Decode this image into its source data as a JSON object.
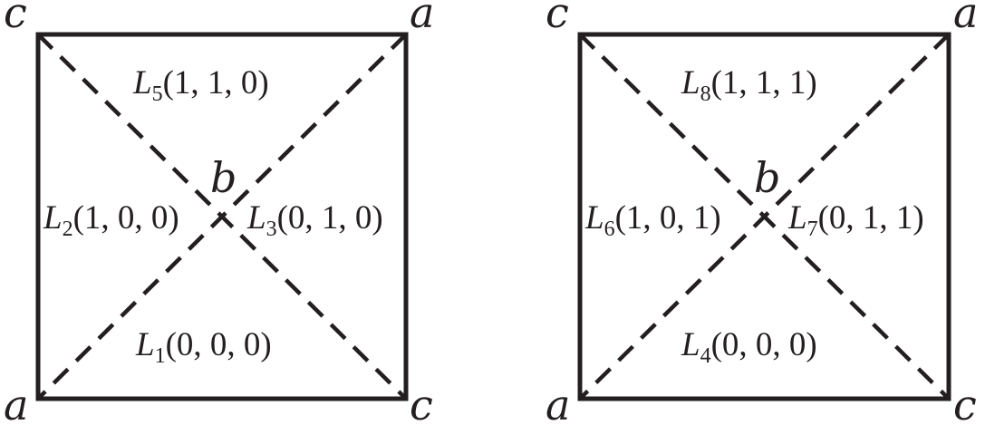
{
  "colors": {
    "ink": "#231f20",
    "background": "#ffffff"
  },
  "panels": [
    {
      "vertices": {
        "top_left": "c",
        "top_right": "a",
        "bottom_left": "a",
        "bottom_right": "c",
        "center": "b"
      },
      "regions": {
        "top": {
          "symbol": "L",
          "sub": "5",
          "coords": "(1, 1, 0)"
        },
        "left": {
          "symbol": "L",
          "sub": "2",
          "coords": "(1, 0, 0)"
        },
        "right": {
          "symbol": "L",
          "sub": "3",
          "coords": "(0, 1, 0)"
        },
        "bottom": {
          "symbol": "L",
          "sub": "1",
          "coords": "(0, 0, 0)"
        }
      }
    },
    {
      "vertices": {
        "top_left": "c",
        "top_right": "a",
        "bottom_left": "a",
        "bottom_right": "c",
        "center": "b"
      },
      "regions": {
        "top": {
          "symbol": "L",
          "sub": "8",
          "coords": "(1, 1, 1)"
        },
        "left": {
          "symbol": "L",
          "sub": "6",
          "coords": "(1, 0, 1)"
        },
        "right": {
          "symbol": "L",
          "sub": "7",
          "coords": "(0, 1, 1)"
        },
        "bottom": {
          "symbol": "L",
          "sub": "4",
          "coords": "(0, 0, 0)"
        }
      }
    }
  ]
}
